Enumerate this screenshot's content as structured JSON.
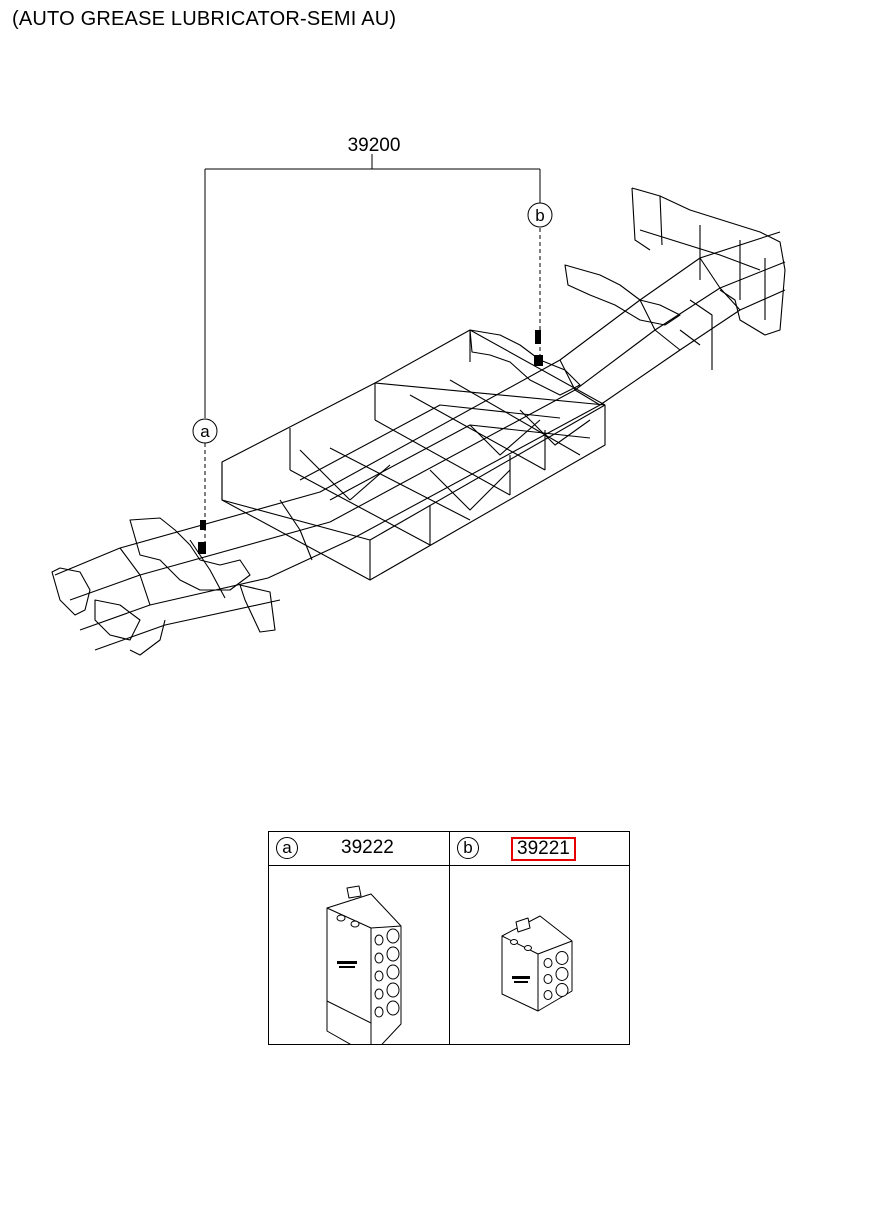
{
  "title": "(AUTO GREASE LUBRICATOR-SEMI AU)",
  "assembly": {
    "part_number": "39200",
    "callout_a": "a",
    "callout_b": "b"
  },
  "legend": {
    "a": {
      "callout": "a",
      "part_number": "39222"
    },
    "b": {
      "callout": "b",
      "part_number": "39221",
      "highlighted": true,
      "highlight_color": "#e60000"
    }
  }
}
